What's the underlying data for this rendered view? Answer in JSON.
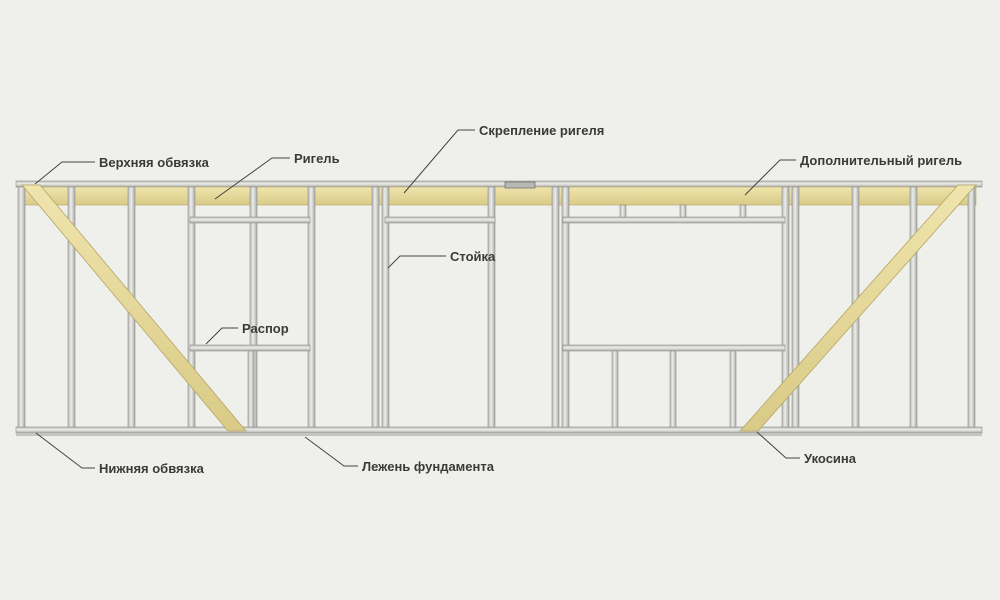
{
  "labels": {
    "top_plate": "Верхняя обвязка",
    "header": "Ригель",
    "header_fastening": "Скрепление ригеля",
    "additional_header": "Дополнительный ригель",
    "stud": "Стойка",
    "spacer": "Распор",
    "bottom_plate": "Нижняя обвязка",
    "foundation_sill": "Лежень фундамента",
    "brace": "Укосина"
  },
  "colors": {
    "background": "#efefeb",
    "wood": "#e8dca0",
    "wood_dark": "#c9bb76",
    "steel": "#d4d4d0",
    "steel_edge": "#9e9e9a"
  }
}
